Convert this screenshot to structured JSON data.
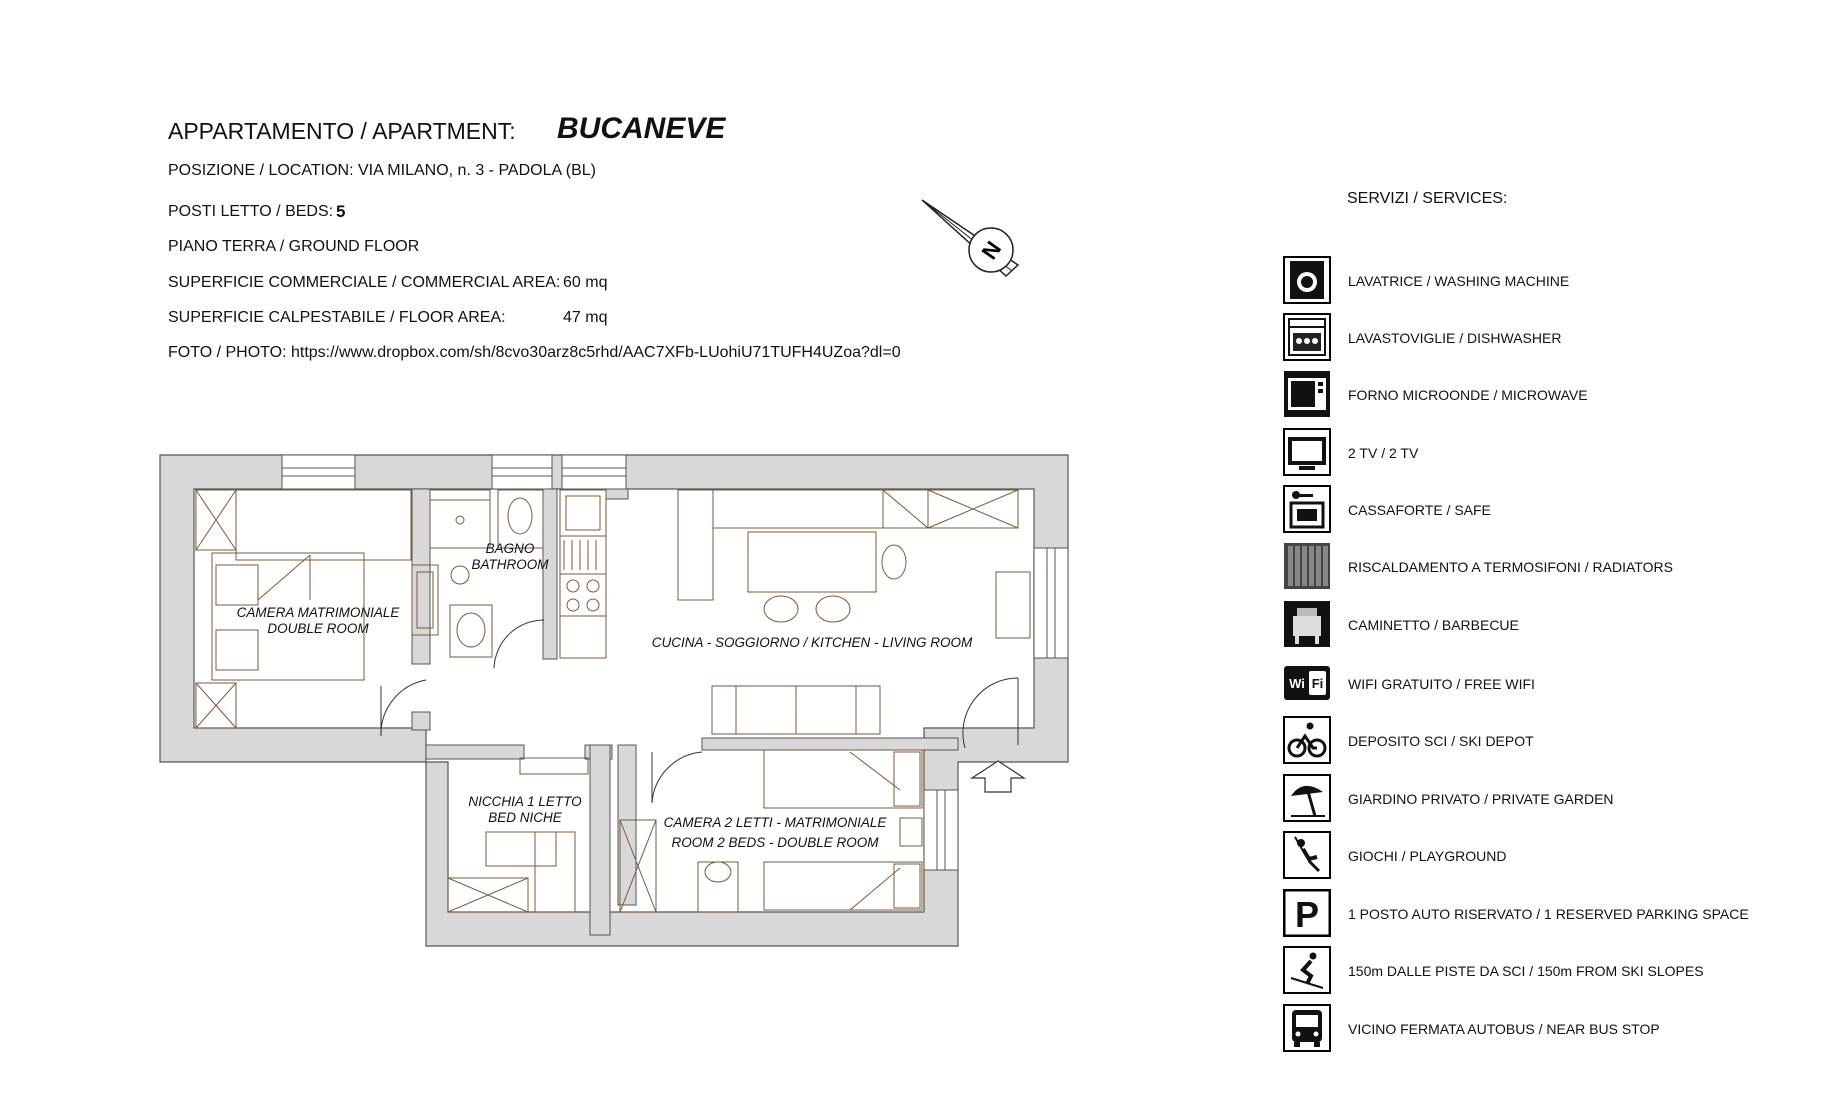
{
  "header": {
    "title_label": "APPARTAMENTO / APARTMENT:",
    "apartment_name": "BUCANEVE",
    "location": "POSIZIONE / LOCATION: VIA MILANO, n. 3 - PADOLA (BL)",
    "beds_label": "POSTI LETTO / BEDS:",
    "beds_value": "5",
    "floor": "PIANO TERRA / GROUND FLOOR",
    "commercial_area_label": "SUPERFICIE COMMERCIALE / COMMERCIAL AREA:",
    "commercial_area_value": "60 mq",
    "floor_area_label": "SUPERFICIE CALPESTABILE / FLOOR AREA:",
    "floor_area_value": "47 mq",
    "photo": "FOTO / PHOTO: https://www.dropbox.com/sh/8cvo30arz8c5rhd/AAC7XFb-LUohiU71TUFH4UZoa?dl=0"
  },
  "compass": {
    "label": "N"
  },
  "rooms": {
    "double_room": [
      "CAMERA MATRIMONIALE",
      "DOUBLE ROOM"
    ],
    "bathroom": [
      "BAGNO",
      "BATHROOM"
    ],
    "kitchen_living": "CUCINA - SOGGIORNO / KITCHEN - LIVING ROOM",
    "bed_niche": [
      "NICCHIA 1 LETTO",
      "BED NICHE"
    ],
    "room_2_beds": [
      "CAMERA 2 LETTI - MATRIMONIALE",
      "ROOM 2 BEDS - DOUBLE ROOM"
    ]
  },
  "services": {
    "title": "SERVIZI / SERVICES:",
    "items": [
      {
        "label": "LAVATRICE / WASHING MACHINE",
        "icon": "washing-machine-icon"
      },
      {
        "label": "LAVASTOVIGLIE / DISHWASHER",
        "icon": "dishwasher-icon"
      },
      {
        "label": "FORNO MICROONDE / MICROWAVE",
        "icon": "microwave-icon"
      },
      {
        "label": "2 TV / 2 TV",
        "icon": "tv-icon"
      },
      {
        "label": "CASSAFORTE / SAFE",
        "icon": "safe-icon"
      },
      {
        "label": "RISCALDAMENTO A TERMOSIFONI / RADIATORS",
        "icon": "radiator-icon"
      },
      {
        "label": "CAMINETTO / BARBECUE",
        "icon": "barbecue-icon"
      },
      {
        "label": "WIFI GRATUITO / FREE WIFI",
        "icon": "wifi-icon",
        "icon_text": "Wi Fi"
      },
      {
        "label": "DEPOSITO SCI / SKI DEPOT",
        "icon": "bicycle-icon"
      },
      {
        "label": "GIARDINO PRIVATO / PRIVATE GARDEN",
        "icon": "umbrella-icon"
      },
      {
        "label": "GIOCHI / PLAYGROUND",
        "icon": "swing-icon"
      },
      {
        "label": "1 POSTO AUTO RISERVATO / 1 RESERVED PARKING SPACE",
        "icon": "parking-icon",
        "icon_text": "P"
      },
      {
        "label": "150m DALLE PISTE DA SCI / 150m FROM SKI SLOPES",
        "icon": "skier-icon"
      },
      {
        "label": "VICINO FERMATA AUTOBUS / NEAR BUS STOP",
        "icon": "bus-icon"
      }
    ]
  }
}
